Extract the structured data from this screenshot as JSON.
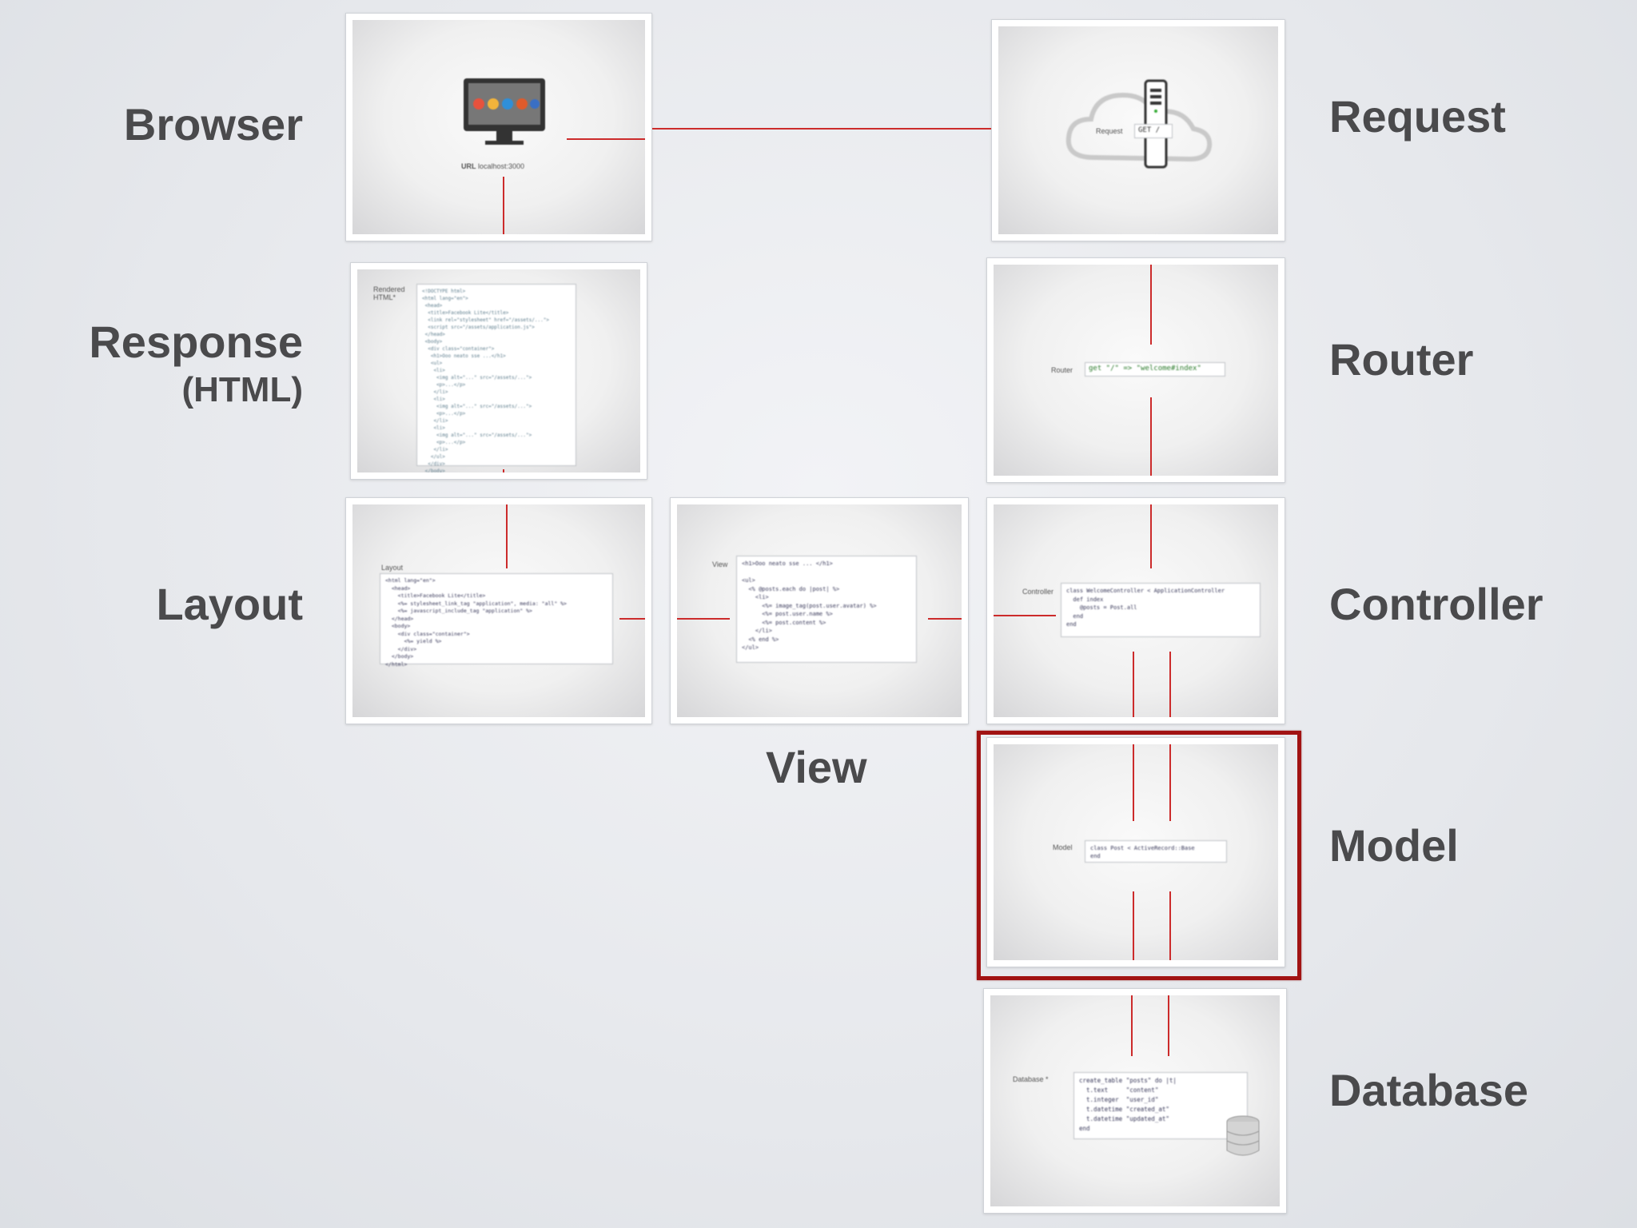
{
  "labels": {
    "browser": "Browser",
    "response": "Response",
    "response_sub": "(HTML)",
    "layout": "Layout",
    "view": "View",
    "request": "Request",
    "router": "Router",
    "controller": "Controller",
    "model": "Model",
    "database": "Database"
  },
  "thumbnails": {
    "browser": {
      "url_label": "URL",
      "url_value": "localhost:3000"
    },
    "request": {
      "label": "Request",
      "method": "GET /"
    },
    "response": {
      "label": "Rendered HTML*"
    },
    "router": {
      "label": "Router",
      "code": "get \"/\" => \"welcome#index\""
    },
    "layout": {
      "label": "Layout",
      "code": "<html lang=\"en\">\n  <head>\n    <title>Facebook Lite</title>\n    <%= stylesheet_link_tag \"application\", media: \"all\" %>\n    <%= javascript_include_tag \"application\" %>\n  </head>\n  <body>\n    <div class=\"container\">\n      <%= yield %>\n    </div>\n  </body>\n</html>"
    },
    "view": {
      "label": "View",
      "code": "<h1>Ooo neato sse ... </h1>\n\n<ul>\n  <% @posts.each do |post| %>\n    <li>\n      <%= image_tag(post.user.avatar) %>\n      <%= post.user.name %>\n      <%= post.content %>\n    </li>\n  <% end %>\n</ul>"
    },
    "controller": {
      "label": "Controller",
      "code": "class WelcomeController < ApplicationController\n  def index\n    @posts = Post.all\n  end\nend"
    },
    "model": {
      "label": "Model",
      "code": "class Post < ActiveRecord::Base\nend"
    },
    "database": {
      "label": "Database *",
      "code": "create_table \"posts\" do |t|\n  t.text     \"content\"\n  t.integer  \"user_id\"\n  t.datetime \"created_at\"\n  t.datetime \"updated_at\"\nend"
    }
  },
  "colors": {
    "arrow": "#cc2b2b",
    "highlight": "#a11313",
    "label_text": "#4a4a4c"
  }
}
